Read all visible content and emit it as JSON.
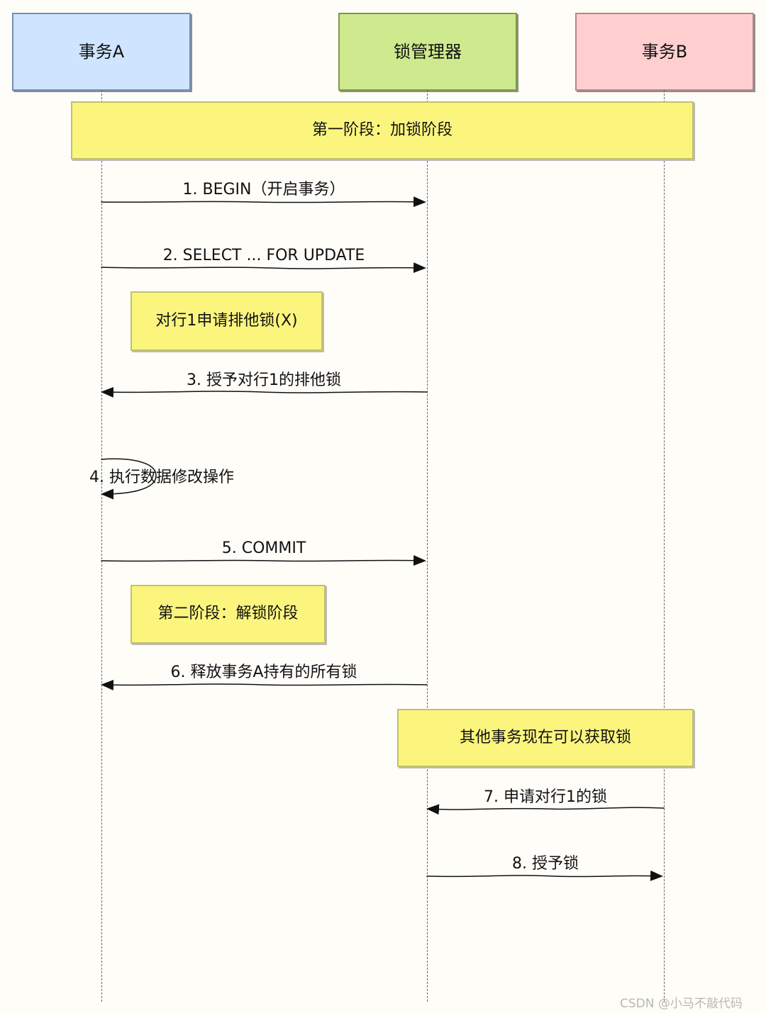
{
  "participants": {
    "transaction_a": "事务A",
    "lock_manager": "锁管理器",
    "transaction_b": "事务B"
  },
  "notes": {
    "phase_one": "第一阶段：加锁阶段",
    "apply_lock": "对行1申请排他锁(X)",
    "phase_two": "第二阶段：解锁阶段",
    "other_transactions": "其他事务现在可以获取锁"
  },
  "messages": [
    {
      "label": "1. BEGIN（开启事务）"
    },
    {
      "label": "2. SELECT ... FOR UPDATE"
    },
    {
      "label": "3. 授予对行1的排他锁"
    },
    {
      "label": "4. 执行数据修改操作"
    },
    {
      "label": "5. COMMIT"
    },
    {
      "label": "6. 释放事务A持有的所有锁"
    },
    {
      "label": "7. 申请对行1的锁"
    },
    {
      "label": "8. 授予锁"
    }
  ],
  "watermark": "CSDN @小马不敲代码",
  "colors": {
    "participant_a": "#cfe5ff",
    "lock_manager": "#cfea8e",
    "participant_b": "#ffcfd0",
    "note": "#fbf57e"
  }
}
